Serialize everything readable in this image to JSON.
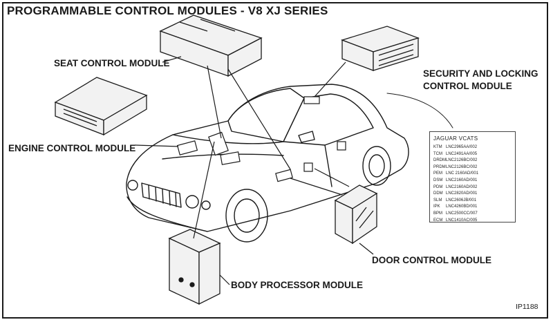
{
  "title": "PROGRAMMABLE CONTROL MODULES - V8 XJ SERIES",
  "labels": {
    "seat": "SEAT CONTROL MODULE",
    "security_line1": "SECURITY AND LOCKING",
    "security_line2": "CONTROL MODULE",
    "engine": "ENGINE CONTROL MODULE",
    "door": "DOOR CONTROL MODULE",
    "body": "BODY PROCESSOR MODULE"
  },
  "vcats": {
    "title": "JAGUAR VCATS",
    "rows": [
      {
        "code": "KTM",
        "part": "LNC2965AA/002"
      },
      {
        "code": "TCM",
        "part": "LNC2491AA/005"
      },
      {
        "code": "DRDM",
        "part": "LNC2126BC/002"
      },
      {
        "code": "PRDM",
        "part": "LNC2126BC/002"
      },
      {
        "code": "PEM",
        "part": "LNC 2160AD/001"
      },
      {
        "code": "DSM",
        "part": "LNC2160AD/001"
      },
      {
        "code": "PDM",
        "part": "LNC2160AD/002"
      },
      {
        "code": "DDM",
        "part": "LNC2820AD/001"
      },
      {
        "code": "SLM",
        "part": "LNC2606JB/001"
      },
      {
        "code": "IPK",
        "part": "LNC4260BD/001"
      },
      {
        "code": "BPM",
        "part": "LNC2500CC/007"
      },
      {
        "code": "ECM",
        "part": "LNC1410AC/005"
      }
    ]
  },
  "reference": "IP1188"
}
